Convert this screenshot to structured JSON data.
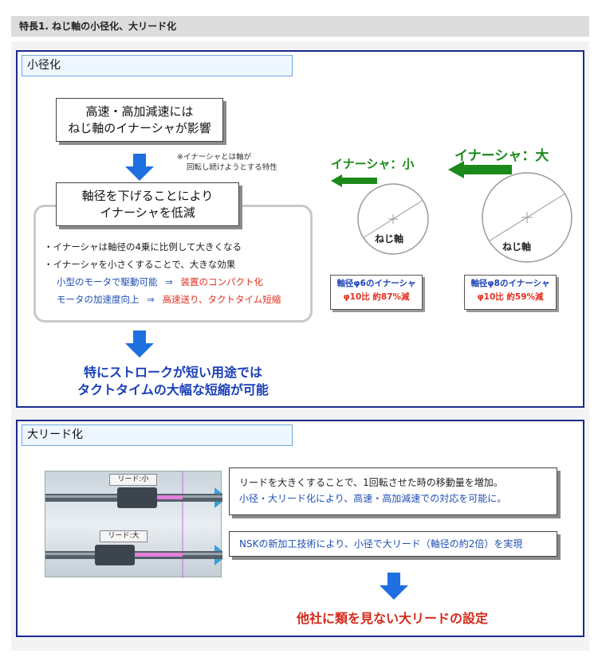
{
  "header": {
    "title": "特長1. ねじ軸の小径化、大リード化"
  },
  "section1": {
    "title": "小径化",
    "box_top": {
      "line1": "高速・高加減速には",
      "line2": "ねじ軸のイナーシャが影響"
    },
    "note": {
      "line1": "※イナーシャとは軸が",
      "line2": "回転し続けようとする特性"
    },
    "box_mid": {
      "line1": "軸径を下げることにより",
      "line2": "イナーシャを低減"
    },
    "bullets": {
      "b1": "・イナーシャは軸径の4乗に比例して大きくなる",
      "b2": "・イナーシャを小さくすることで、大きな効果"
    },
    "effects": [
      {
        "left": "小型のモータで駆動可能",
        "arrow": "⇒",
        "right": "装置のコンパクト化"
      },
      {
        "left": "モータの加速度向上",
        "arrow": "⇒",
        "right": "高速送り、タクトタイム短縮"
      }
    ],
    "conclusion": {
      "line1": "特にストロークが短い用途では",
      "line2": "タクトタイムの大幅な短縮が可能"
    },
    "inertia_small": {
      "label": "イナーシャ：小",
      "shaft": "ねじ軸",
      "caption1": "軸径φ6のイナーシャ",
      "caption2": "φ10比 約87%減"
    },
    "inertia_large": {
      "label": "イナーシャ：大",
      "shaft": "ねじ軸",
      "caption1": "軸径φ8のイナーシャ",
      "caption2": "φ10比 約59%減"
    }
  },
  "section2": {
    "title": "大リード化",
    "photo": {
      "tag_small": "リード:小",
      "tag_large": "リード:大"
    },
    "box1": {
      "line1": "リードを大きくすることで、1回転させた時の移動量を増加。",
      "line2": "小径・大リード化により、高速・高加減速での対応を可能に。"
    },
    "box2": "NSKの新加工技術により、小径で大リード（軸径の約2倍）を実現",
    "conclusion": "他社に類を見ない大リードの設定"
  },
  "colors": {
    "frame": "#1a2a8c",
    "accent_blue": "#1a3fb8",
    "accent_red": "#e03020",
    "accent_green": "#1b8a1b",
    "arrow_blue": "#1e6fe0"
  }
}
